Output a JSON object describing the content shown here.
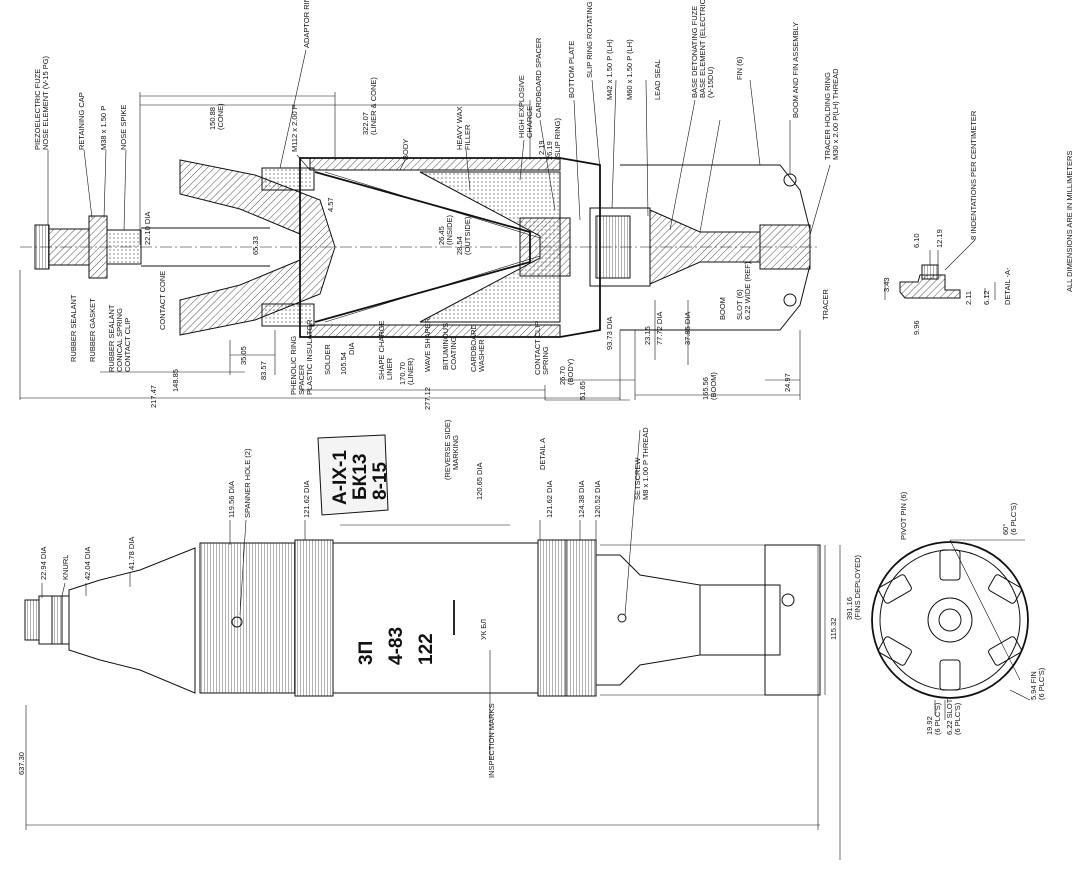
{
  "cross_section": {
    "labels": {
      "piezo_fuze": "PIEZOELECTRIC FUZE",
      "nose_element": "NOSE ELEMENT (V-15 PG)",
      "retaining_cap": "RETAINING CAP",
      "m38": "M38 x 1.50 P",
      "nose_spike": "NOSE SPIKE",
      "rubber_sealant": "RUBBER SEALANT",
      "rubber_gasket": "RUBBER GASKET",
      "rubber_sealant_2": "RUBBER SEALANT",
      "conical_spring": "CONICAL SPRING",
      "contact_clip": "CONTACT CLIP",
      "contact_cone": "CONTACT CONE",
      "adaptor_ring": "ADAPTOR RING",
      "m112": "M112 x 2.00 P",
      "phenolic_ring": "PHENOLIC RING",
      "spacer": "SPACER",
      "plastic_insulator": "PLASTIC INSULATOR",
      "solder": "SOLDER",
      "body": "BODY",
      "heavy_wax": "HEAVY WAX",
      "filler": "FILLER",
      "shape_charge": "SHAPE CHARGE",
      "liner": "LINER",
      "wave_shaper": "WAVE SHAPER",
      "bituminous": "BITUMINOUS",
      "coating": "COATING",
      "cardboard": "CARDBOARD",
      "washer": "WASHER",
      "high_explosive": "HIGH EXPLOSIVE",
      "charge": "CHARGE",
      "cardboard_spacer": "CARDBOARD SPACER",
      "slip_ring": "(SLIP RING)",
      "bottom_plate": "BOTTOM PLATE",
      "slip_ring_band": "SLIP RING ROTATING BAND",
      "m42": "M42 x 1.50 P (LH)",
      "m60": "M60 x 1.50 P (LH)",
      "lead_seal": "LEAD SEAL",
      "base_det_fuze": "BASE DETONATING FUZE",
      "base_element": "BASE ELEMENT (ELECTRIC)",
      "v15du": "(V-15DU)",
      "fin6": "FIN (6)",
      "boom_fin": "BOOM AND FIN ASSEMBLY",
      "tracer_holding": "TRACER HOLDING RING",
      "tracer_thread": "M30 x 2.00 P(LH) THREAD",
      "tracer": "TRACER",
      "contact_clip_2": "CONTACT CLIP",
      "spring": "SPRING",
      "boom": "BOOM",
      "slot6": "SLOT (6)",
      "slot_wide": "6.22 WIDE (REF)",
      "detail_a_ref": "DETAIL A",
      "inside": "(INSIDE)",
      "outside": "(OUTSIDE)",
      "liner_par": "(LINER)",
      "body_par": "(BODY)",
      "cone_par": "(CONE)",
      "liner_cone_par": "(LINER & CONE)",
      "boom_par": "(BOOM)",
      "dia": "DIA"
    },
    "dims": {
      "d150_88": "150.88",
      "d322_07": "322.07",
      "d22_10": "22.10 DIA",
      "d65_33": "65.33",
      "d4_57": "4.57",
      "d26_45": "26.45",
      "d28_54": "28.54",
      "d2_19": "2.19",
      "d26_19": "26.19",
      "d35_05": "35.05",
      "d83_57": "83.57",
      "d148_85": "148.85",
      "d217_47": "217.47",
      "d105_54": "105.54",
      "d170_70": "170.70",
      "d277_12": "277.12",
      "d26_70": "26.70",
      "d51_65": "51.65",
      "d93_73": "93.73 DIA",
      "d23_15": "23.15",
      "d77_72": "77.72 DIA",
      "d37_85": "37.85 DIA",
      "d165_56": "165.56",
      "d24_97": "24.97"
    }
  },
  "detail_a": {
    "title": "DETAIL -A-",
    "indentations": "8 INDENTATIONS PER CENTIMETER",
    "d6_10": "6.10",
    "d12_19": "12.19",
    "d3_43": "3.43",
    "d2_11": "2.11",
    "d6_12": "6.12",
    "d9_96": "9.96"
  },
  "note": "ALL DIMENSIONS ARE IN MILLIMETERS",
  "exterior": {
    "labels": {
      "knurl": "KNURL",
      "spanner_hole": "SPANNER HOLE (2)",
      "reverse_side": "(REVERSE SIDE)",
      "marking": "MARKING",
      "detail_a": "DETAIL A",
      "setscrew": "SETSCREW",
      "setscrew_thread": "M8 x 1.00 P THREAD",
      "inspection": "INSPECTION MARKS",
      "fins_deployed": "(FINS DEPLOYED)"
    },
    "dims": {
      "d22_94": "22.94 DIA",
      "d42_04": "42.04 DIA",
      "d41_78": "41.78 DIA",
      "d119_56": "119.56 DIA",
      "d121_62a": "121.62 DIA",
      "d120_65": "120.65 DIA",
      "d121_62b": "121.62 DIA",
      "d124_38": "124.38 DIA",
      "d120_52": "120.52 DIA",
      "d115_32": "115.32",
      "d391_16": "391.16",
      "d637_30": "637.30"
    },
    "stamp": [
      "A-IX-1",
      "БК13",
      "8-15"
    ],
    "body_marking": [
      "3П",
      "4-83",
      "122"
    ],
    "small_marking": "УК БЛ"
  },
  "end_view": {
    "pivot_pin": "PIVOT PIN (6)",
    "d60": "60°",
    "plcs": "(6 PLC'S)",
    "d5_94": "5.94 FIN",
    "d19_92": "19.92",
    "d6_22": "6.22 SLOT"
  }
}
